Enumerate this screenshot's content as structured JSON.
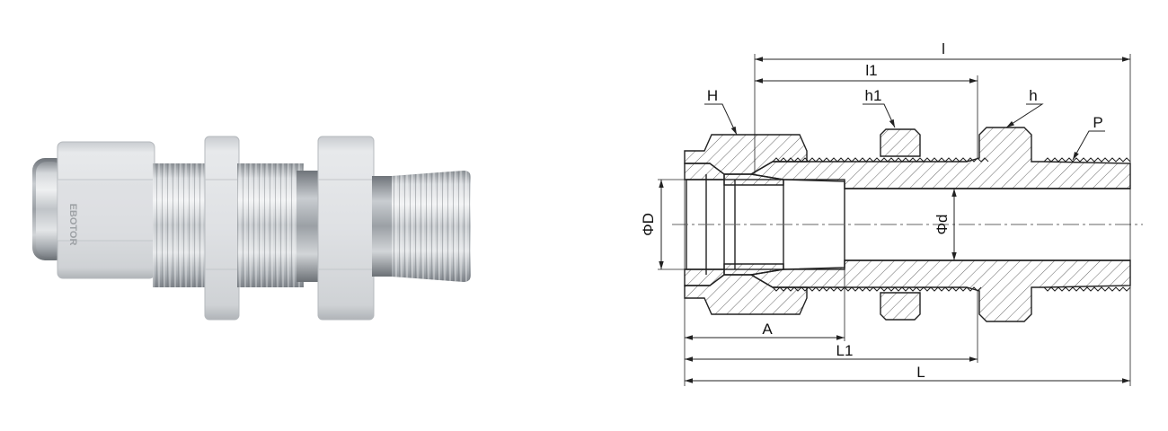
{
  "photo": {
    "brand_mark": "EBOTOR"
  },
  "drawing": {
    "labels": {
      "overall_length_top": "l",
      "inner_length_top": "l1",
      "nut_hex": "H",
      "panel_nut_hex": "h1",
      "body_hex": "h",
      "thread": "P",
      "tube_od": "ΦD",
      "bore": "Φd",
      "insertion_depth": "A",
      "body_length_to_panel": "L1",
      "overall_length": "L"
    },
    "colors": {
      "line": "#222222",
      "hatch": "#555555",
      "centerline": "#666666"
    }
  }
}
